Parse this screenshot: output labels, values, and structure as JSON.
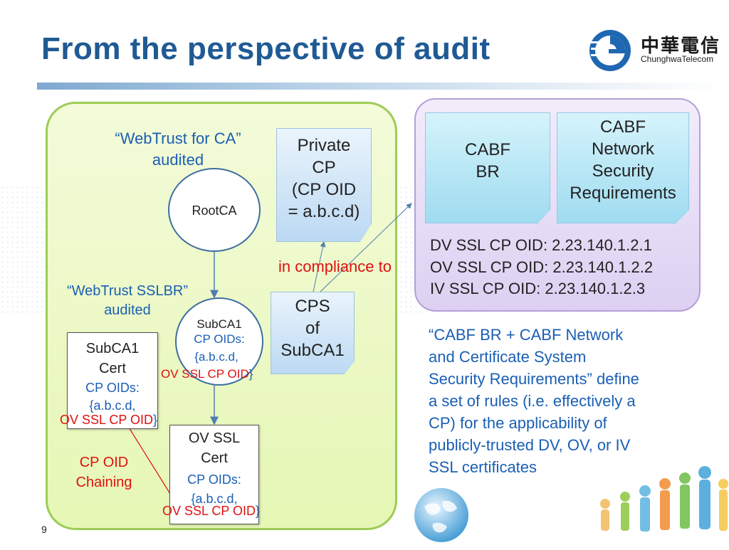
{
  "title": "From the perspective of audit",
  "logo": {
    "zh": "中華電信",
    "en": "ChunghwaTelecom"
  },
  "page_number": "9",
  "labels": {
    "webtrust_ca": [
      "“WebTrust for CA”",
      "audited"
    ],
    "webtrust_sslbr": [
      "“WebTrust SSLBR”",
      "audited"
    ],
    "in_compliance": "in compliance to",
    "cp_oid_chaining": [
      "CP OID",
      "Chaining"
    ]
  },
  "nodes": {
    "rootca": "RootCA",
    "private_cp": [
      "Private",
      "CP",
      "(CP OID",
      "= a.b.c.d)"
    ],
    "cps": [
      "CPS",
      "of",
      "SubCA1"
    ],
    "subca1": {
      "name": "SubCA1",
      "oids_label": "CP OIDs:",
      "oid1": "{a.b.c.d,",
      "oid2": "OV SSL CP OID",
      "close": "}"
    },
    "subca1_cert": {
      "l1": "SubCA1",
      "l2": "Cert",
      "oids_label": "CP OIDs:",
      "oid1": "{a.b.c.d,",
      "oid2": "OV SSL CP OID",
      "close": "}"
    },
    "ov_ssl_cert": {
      "l1": "OV SSL",
      "l2": "Cert",
      "oids_label": "CP OIDs:",
      "oid1": "{a.b.c.d,",
      "oid2": "OV SSL CP OID",
      "close": "}"
    },
    "cabf_br": [
      "CABF",
      "BR"
    ],
    "cabf_nsr": [
      "CABF",
      "Network",
      "Security",
      "Requirements"
    ]
  },
  "oid_list": [
    "DV SSL CP OID: 2.23.140.1.2.1",
    "OV SSL CP OID: 2.23.140.1.2.2",
    "IV SSL CP OID: 2.23.140.1.2.3"
  ],
  "description": [
    "“CABF BR + CABF Network",
    "and Certificate System",
    "Security Requirements” define",
    "a set of rules (i.e. effectively a",
    "CP) for the applicability of",
    "publicly-trusted DV, OV, or IV",
    "SSL certificates"
  ],
  "colors": {
    "title": "#1f5a94",
    "oid_blue": "#1a5fb4",
    "oid_red": "#e01010",
    "green_border": "#9ccc55",
    "purple_border": "#b3a0d6"
  },
  "icons": [
    "chunghwa-logo-icon",
    "globe-icon",
    "people-silhouette-icon"
  ]
}
